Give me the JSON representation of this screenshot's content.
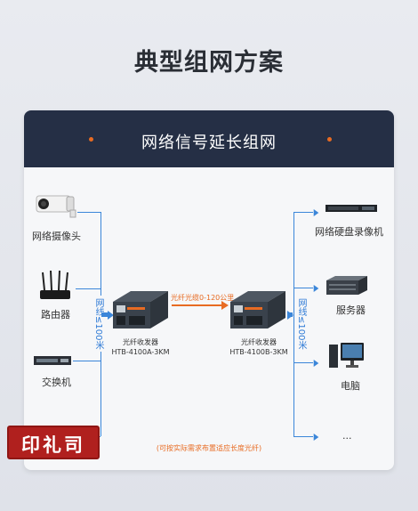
{
  "page": {
    "title": "典型组网方案"
  },
  "card": {
    "title": "网络信号延长组网"
  },
  "left_devices": [
    {
      "label": "网络摄像头",
      "icon": "camera-icon"
    },
    {
      "label": "路由器",
      "icon": "router-icon"
    },
    {
      "label": "交换机",
      "icon": "switch-icon"
    }
  ],
  "right_devices": [
    {
      "label": "网络硬盘录像机",
      "icon": "nvr-icon"
    },
    {
      "label": "服务器",
      "icon": "server-icon"
    },
    {
      "label": "电脑",
      "icon": "computer-icon"
    },
    {
      "label": "...",
      "icon": "more-icon"
    }
  ],
  "cable_label_left": "网线≤100米",
  "cable_label_right": "网线≤100米",
  "transceiver_a": {
    "name": "光纤收发器",
    "model": "HTB-4100A-3KM"
  },
  "transceiver_b": {
    "name": "光纤收发器",
    "model": "HTB-4100B-3KM"
  },
  "fiber_label": "光纤光缆0-120公里",
  "note": "(可按实际需求布置适应长度光纤)",
  "seal_text": "印礼司",
  "colors": {
    "header": "#252f45",
    "accent": "#e86b22",
    "line": "#3b86d9",
    "seal": "#b0201e"
  }
}
